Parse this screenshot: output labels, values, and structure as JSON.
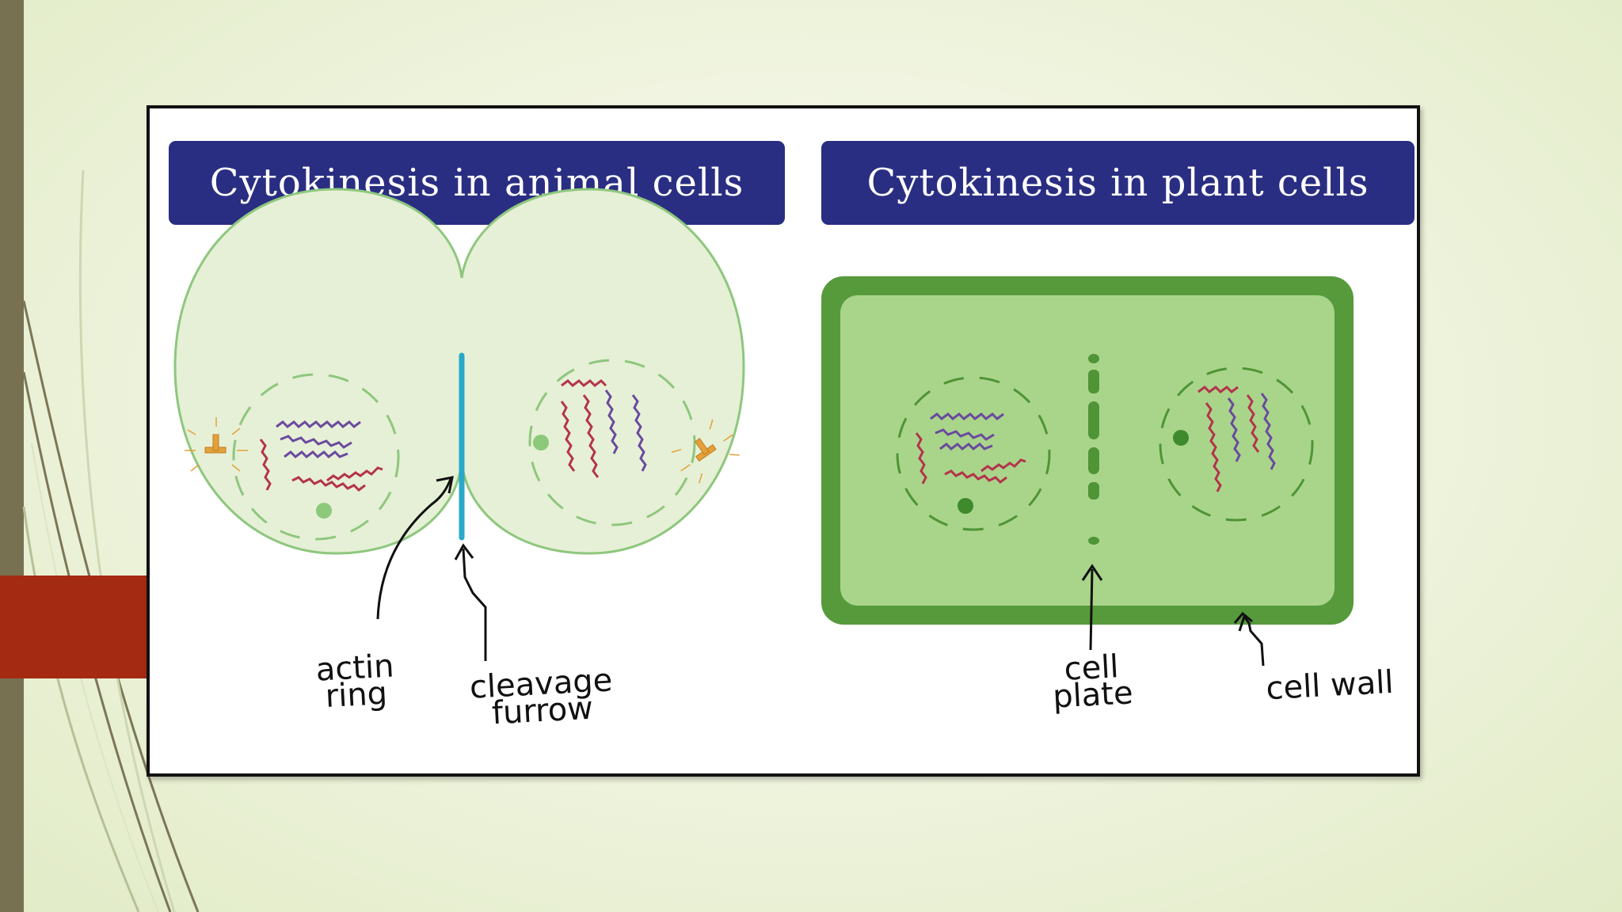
{
  "panels": {
    "animal": {
      "title": "Cytokinesis in animal cells",
      "labels": {
        "actin_ring_line1": "actin",
        "actin_ring_line2": "ring",
        "cleavage_furrow_line1": "cleavage",
        "cleavage_furrow_line2": "furrow"
      }
    },
    "plant": {
      "title": "Cytokinesis in plant cells",
      "labels": {
        "cell_plate_line1": "cell",
        "cell_plate_line2": "plate",
        "cell_wall": "cell wall"
      }
    }
  },
  "colors": {
    "title_bg": "#2a2e82",
    "animal_cytoplasm": "#e6f0d6",
    "plant_wall": "#569a3c",
    "plant_cytoplasm": "#a9d58a",
    "furrow": "#2aa7c9",
    "chromosome_red": "#b4344c",
    "chromosome_purple": "#6a4a9e",
    "centrosome": "#e2a23a",
    "nucleolus": "#8cc97a",
    "red_block": "#a42a12",
    "side_bar": "#777152"
  }
}
